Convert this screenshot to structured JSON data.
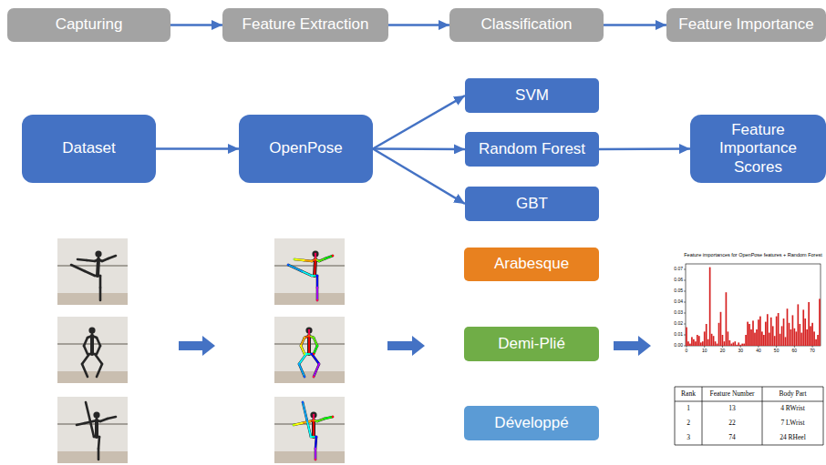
{
  "diagram": {
    "nodes": [
      {
        "text": [
          "Capturing"
        ]
      },
      {
        "text": [
          "Feature Extraction"
        ]
      },
      {
        "text": [
          "Classification"
        ]
      },
      {
        "text": [
          "Feature Importance"
        ]
      },
      {
        "text": [
          "Dataset"
        ]
      },
      {
        "text": [
          "OpenPose"
        ]
      },
      {
        "text": [
          "SVM"
        ]
      },
      {
        "text": [
          "Random Forest"
        ]
      },
      {
        "text": [
          "GBT"
        ]
      },
      {
        "text": [
          "Feature Importance Scores"
        ]
      },
      {
        "text": [
          "Arabesque"
        ]
      },
      {
        "text": [
          "Demi-Plié"
        ]
      },
      {
        "text": [
          "Développé"
        ]
      }
    ],
    "edges": [
      {
        "from": 0,
        "to": 1,
        "arrow": "to"
      },
      {
        "from": 1,
        "to": 2,
        "arrow": "to"
      },
      {
        "from": 2,
        "to": 3,
        "arrow": "to"
      },
      {
        "from": 4,
        "to": 5,
        "arrow": "to"
      },
      {
        "from": 5,
        "to": 6,
        "arrow": "to"
      },
      {
        "from": 5,
        "to": 7,
        "arrow": "to"
      },
      {
        "from": 5,
        "to": 8,
        "arrow": "to"
      },
      {
        "from": 7,
        "to": 9,
        "arrow": "to"
      }
    ],
    "labels": [
      "Feature importances for OpenPose features + Random Forest",
      "0.07",
      "0.06",
      "0.05",
      "0.04",
      "0.03",
      "0.02",
      "0.01",
      "0.00",
      "0",
      "10",
      "20",
      "30",
      "40",
      "50",
      "60",
      "70",
      "Rank",
      "Feature Number",
      "Body Part",
      "1",
      "13",
      "4 RWrist",
      "2",
      "22",
      "7 LWrist",
      "3",
      "74",
      "24 RHeel"
    ]
  }
}
